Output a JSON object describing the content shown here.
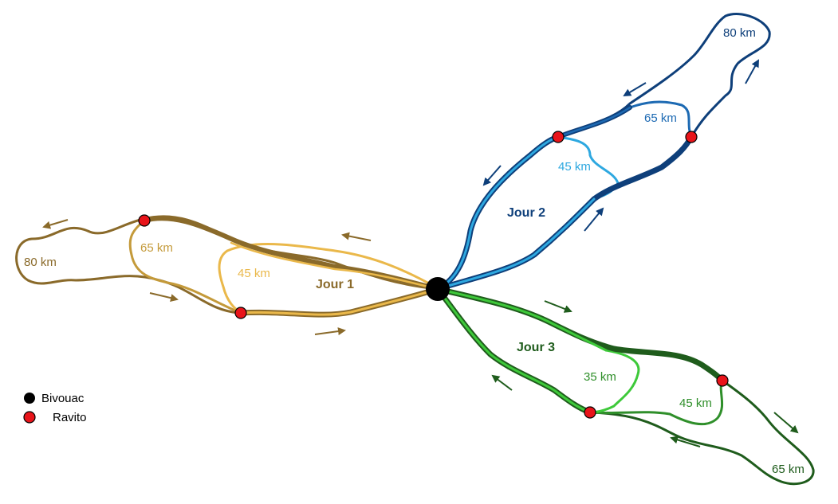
{
  "colors": {
    "day1_dark": "#8a6a2a",
    "day1_mid": "#c49a3a",
    "day1_light": "#eab84a",
    "day2_dark": "#0e3f7a",
    "day2_mid": "#1d6ab3",
    "day2_light": "#2ea8e0",
    "day3_dark": "#1f5c1c",
    "day3_mid": "#2f8f2a",
    "day3_light": "#3ec93a",
    "bivouac": "#000000",
    "ravito": "#e8141a"
  },
  "days": {
    "jour1": {
      "label": "Jour 1",
      "loops": {
        "long": "80 km",
        "mid": "65 km",
        "short": "45 km"
      }
    },
    "jour2": {
      "label": "Jour 2",
      "loops": {
        "long": "80 km",
        "mid": "65 km",
        "short": "45 km"
      }
    },
    "jour3": {
      "label": "Jour 3",
      "loops": {
        "long": "65 km",
        "mid": "45 km",
        "short": "35 km"
      }
    }
  },
  "legend": {
    "bivouac": "Bivouac",
    "ravito": "Ravito"
  }
}
